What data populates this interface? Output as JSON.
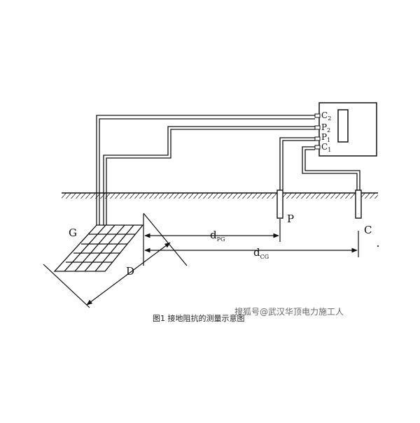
{
  "meter": {
    "terminals": [
      {
        "letter": "C",
        "sub": "2"
      },
      {
        "letter": "P",
        "sub": "2"
      },
      {
        "letter": "P",
        "sub": "1"
      },
      {
        "letter": "C",
        "sub": "1"
      }
    ]
  },
  "labels": {
    "grid": "G",
    "diagonal": "D",
    "probe_p": "P",
    "probe_c": "C",
    "dpg_main": "d",
    "dpg_sub": "PG",
    "dcg_main": "d",
    "dcg_sub": "CG"
  },
  "caption": "图1  接地阻抗的测量示意图",
  "watermark": "搜狐号@武汉华顶电力施工人"
}
